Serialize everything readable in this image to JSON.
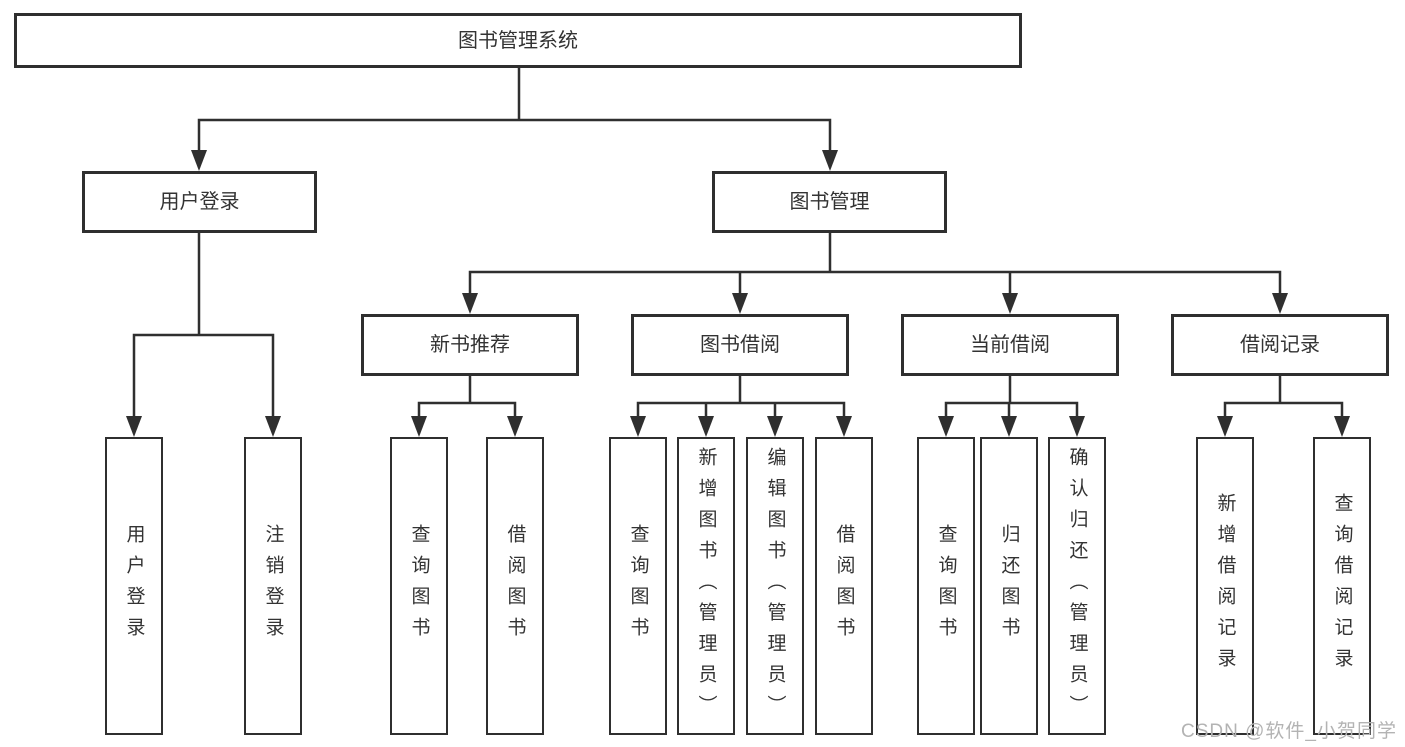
{
  "diagram": {
    "type": "tree",
    "root": {
      "label": "图书管理系统"
    },
    "level2": [
      {
        "label": "用户登录"
      },
      {
        "label": "图书管理"
      }
    ],
    "level3": [
      {
        "label": "新书推荐",
        "parent": "图书管理"
      },
      {
        "label": "图书借阅",
        "parent": "图书管理"
      },
      {
        "label": "当前借阅",
        "parent": "图书管理"
      },
      {
        "label": "借阅记录",
        "parent": "图书管理"
      }
    ],
    "leaves": [
      {
        "label": "用户登录",
        "parent": "用户登录"
      },
      {
        "label": "注销登录",
        "parent": "用户登录"
      },
      {
        "label": "查询图书",
        "parent": "新书推荐"
      },
      {
        "label": "借阅图书",
        "parent": "新书推荐"
      },
      {
        "label": "查询图书",
        "parent": "图书借阅"
      },
      {
        "label": "新增图书（管理员）",
        "parent": "图书借阅"
      },
      {
        "label": "编辑图书（管理员）",
        "parent": "图书借阅"
      },
      {
        "label": "借阅图书",
        "parent": "图书借阅"
      },
      {
        "label": "查询图书",
        "parent": "当前借阅"
      },
      {
        "label": "归还图书",
        "parent": "当前借阅"
      },
      {
        "label": "确认归还（管理员）",
        "parent": "当前借阅"
      },
      {
        "label": "新增借阅记录",
        "parent": "借阅记录"
      },
      {
        "label": "查询借阅记录",
        "parent": "借阅记录"
      }
    ],
    "watermark": "CSDN @软件_小贺同学",
    "colors": {
      "line": "#2f2f2f",
      "text": "#333333",
      "watermark": "#b3b3b3",
      "background": "#ffffff"
    }
  }
}
